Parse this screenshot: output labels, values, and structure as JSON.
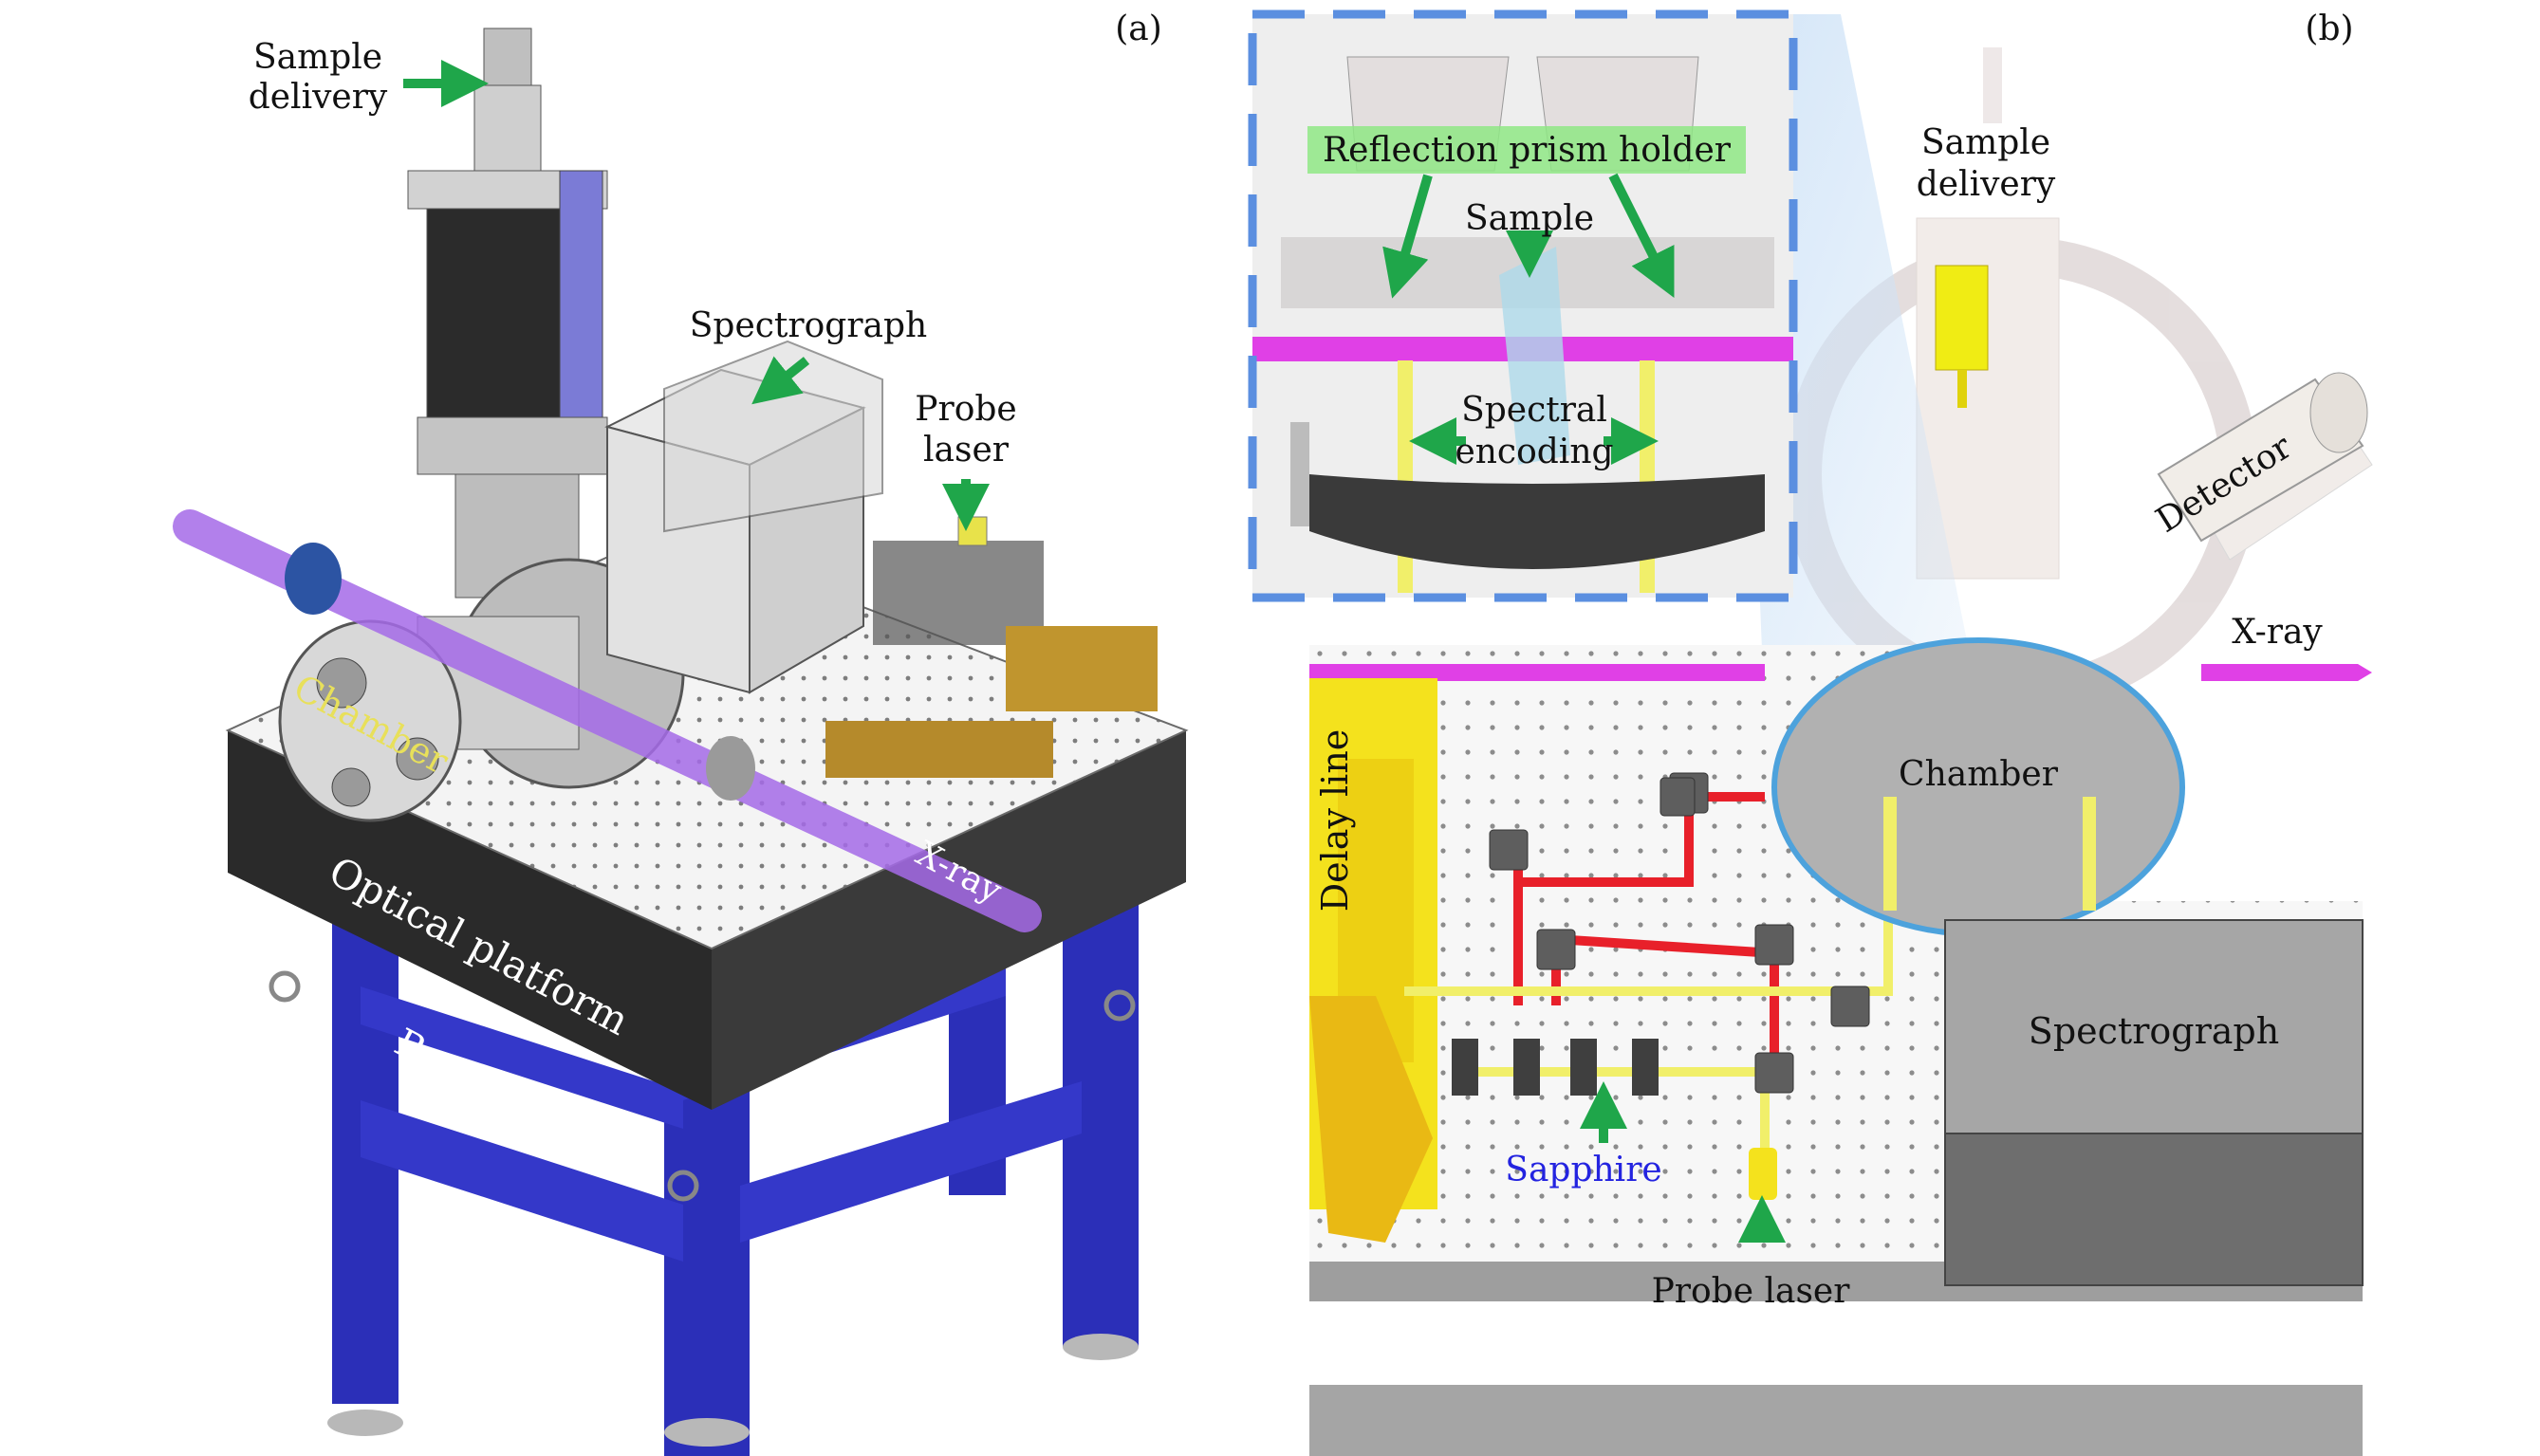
{
  "panel_a": {
    "tag": "(a)",
    "labels": {
      "sample_delivery_1": "Sample",
      "sample_delivery_2": "delivery",
      "spectrograph": "Spectrograph",
      "probe_laser_1": "Probe",
      "probe_laser_2": "laser",
      "chamber": "Chamber",
      "xray": "X-ray",
      "optical_platform": "Optical platform",
      "base_bracket": "Base bracket"
    }
  },
  "panel_b": {
    "tag": "(b)",
    "labels": {
      "reflection_prism_holder": "Reflection prism holder",
      "sample": "Sample",
      "spectral_1": "Spectral",
      "spectral_2": "encoding",
      "sample_delivery_1": "Sample",
      "sample_delivery_2": "delivery",
      "detector": "Detector",
      "xray": "X-ray",
      "chamber": "Chamber",
      "delay_line": "Delay line",
      "spectrograph": "Spectrograph",
      "sapphire": "Sapphire",
      "probe_laser": "Probe laser"
    }
  },
  "colors": {
    "arrow_green": "#1fa64a",
    "xray_magenta": "#e040e6",
    "laser_red": "#e8202a",
    "probe_yellow": "#f1ef6a",
    "base_blue": "#2b2fb8",
    "inset_border": "#5b8fe0",
    "table_dark": "#2a2a2a"
  }
}
